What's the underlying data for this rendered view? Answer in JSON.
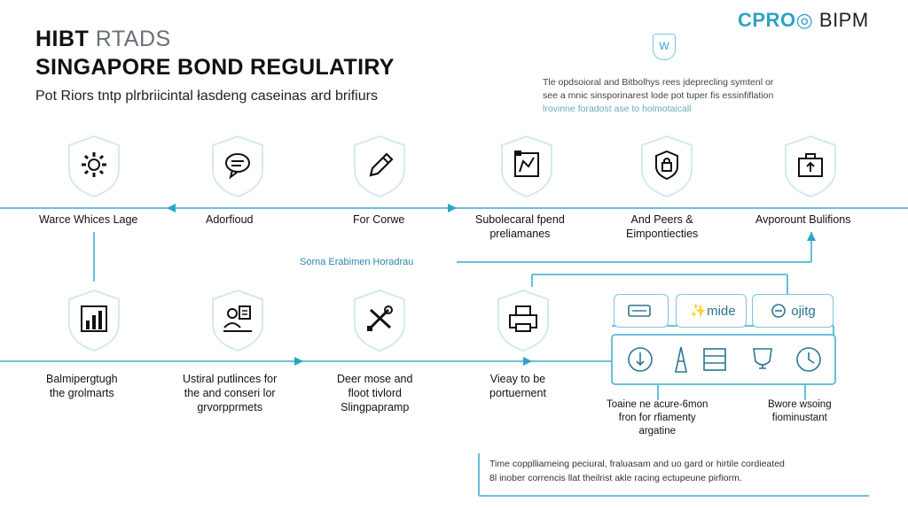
{
  "header": {
    "title_line1_bold": "HIBT",
    "title_line1_light": "RTADS",
    "title_line2": "SINGAPORE BOND REGULATIRY",
    "subtitle": "Pot Riors tntp plrbriicintal łasdeng caseinas ard brifiurs"
  },
  "logo": {
    "part1": "CPRO",
    "part2": "BIPM"
  },
  "note": {
    "icon_text": "W",
    "line1": "Tle opdsoioral and Bitbolhys rees įdeprecling symtenl or",
    "line2": "see a mnic sinsporinarest lode pot tuper fis essinfiflation",
    "line3": "lrovinne foradost ase to holmotaicall"
  },
  "top_row": [
    {
      "label": "Warce Whices Lage"
    },
    {
      "label": "Adorfioud"
    },
    {
      "label": "For Corwe"
    },
    {
      "label": "Subolecaral fpend\npreliamanes"
    },
    {
      "label": "And Peers &\nEimpontiecties"
    },
    {
      "label": "Avporount Bulifions"
    }
  ],
  "mid_label": "Sorna Erabimen Horadrau",
  "bottom_row": [
    {
      "label": "Balmipergtugh\nthe grolmarts"
    },
    {
      "label": "Ustiral putlinces for\nthe and conseri lor\ngrvorpprmets"
    },
    {
      "label": "Deer mose and\nfloot tivlord\nSlingpapramp"
    },
    {
      "label": "Vieay to be\nportuernent"
    }
  ],
  "pills": [
    {
      "text": ""
    },
    {
      "text": "✨mide"
    },
    {
      "text": "ojitg"
    }
  ],
  "right_labels": {
    "left": "Toaine ne acure-6mon\nfron for rfiamenty\nargatine",
    "right": "Bwore wsoing\nfiominustant"
  },
  "footer": {
    "line1": "Time copplliameing peciural, fraluasam and uo gard or hirtile cordieated",
    "line2": "8l inober correncis llat theilrist akle racing ectupeune pirfiorm."
  },
  "colors": {
    "accent": "#2fa3c7",
    "line": "#56b7d6",
    "border": "#7cc6de"
  }
}
